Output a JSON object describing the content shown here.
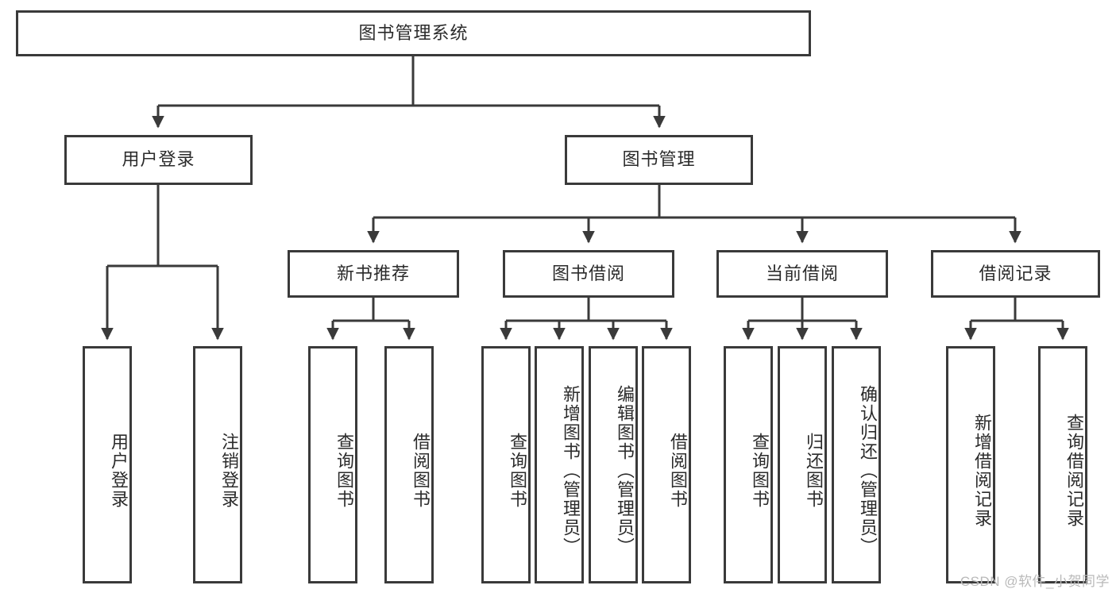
{
  "diagram": {
    "title": "图书管理系统",
    "type": "tree",
    "watermark": "CSDN @软件_小贺同学",
    "colors": {
      "stroke": "#3a3a3a",
      "fill": "#ffffff",
      "text": "#2b2b2b",
      "watermark": "#b9b9b9"
    },
    "root": {
      "label": "图书管理系统"
    },
    "level2": [
      {
        "label": "用户登录"
      },
      {
        "label": "图书管理"
      }
    ],
    "level3": [
      {
        "label": "新书推荐"
      },
      {
        "label": "图书借阅"
      },
      {
        "label": "当前借阅"
      },
      {
        "label": "借阅记录"
      }
    ],
    "leaves": {
      "user_login": [
        {
          "label": "用户登录"
        },
        {
          "label": "注销登录"
        }
      ],
      "new_book": [
        {
          "label": "查询图书"
        },
        {
          "label": "借阅图书"
        }
      ],
      "book_borrow": [
        {
          "label": "查询图书"
        },
        {
          "label": "新增图书（管理员）"
        },
        {
          "label": "编辑图书（管理员）"
        },
        {
          "label": "借阅图书"
        }
      ],
      "current_borrow": [
        {
          "label": "查询图书"
        },
        {
          "label": "归还图书"
        },
        {
          "label": "确认归还（管理员）"
        }
      ],
      "borrow_record": [
        {
          "label": "新增借阅记录"
        },
        {
          "label": "查询借阅记录"
        }
      ]
    }
  }
}
